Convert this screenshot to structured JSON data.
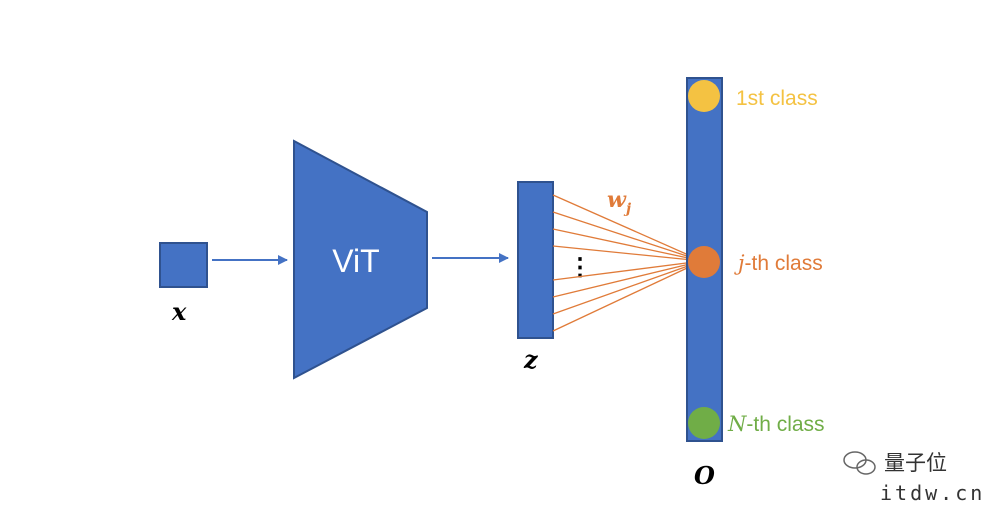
{
  "colors": {
    "block_fill": "#4472C4",
    "block_stroke": "#2F528F",
    "first_class": "#F4C242",
    "j_class": "#E07B39",
    "n_class": "#70AD47",
    "weight_lines": "#E07B39",
    "label_dark": "#000000",
    "watermark": "#333333"
  },
  "nodes": {
    "input": {
      "label": "x"
    },
    "model": {
      "label": "ViT"
    },
    "embedding": {
      "label": "z",
      "ellipsis": "⋮"
    },
    "output": {
      "label": "O"
    }
  },
  "weights": {
    "label_main": "w",
    "label_sub": "j"
  },
  "classes": [
    {
      "id": "first",
      "label": "1st class"
    },
    {
      "id": "j",
      "label_italic": "j",
      "label_rest": "-th class"
    },
    {
      "id": "n",
      "label_italic": "N",
      "label_rest": "-th class"
    }
  ],
  "watermark": {
    "brand": "量子位",
    "url": "itdw.cn"
  }
}
